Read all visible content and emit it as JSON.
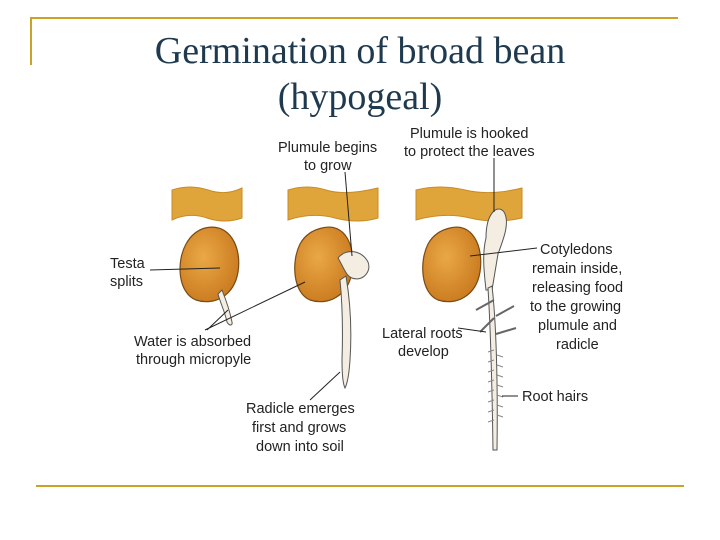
{
  "title": {
    "line1": "Germination of broad bean",
    "line2": "(hypogeal)"
  },
  "labels": {
    "plumule_begins": [
      "Plumule begins",
      "to grow"
    ],
    "plumule_hooked": [
      "Plumule is hooked",
      "to protect the leaves"
    ],
    "testa_splits": [
      "Testa",
      "splits"
    ],
    "water_absorbed": [
      "Water is absorbed",
      "through micropyle"
    ],
    "lateral_roots": [
      "Lateral roots",
      "develop"
    ],
    "cotyledons": [
      "Cotyledons",
      "remain inside,",
      "releasing food",
      "to the growing",
      "plumule and",
      "radicle"
    ],
    "root_hairs": [
      "Root hairs"
    ],
    "radicle_emerges": [
      "Radicle emerges",
      "first and grows",
      "down into soil"
    ]
  },
  "colors": {
    "frame": "#c9a227",
    "title": "#1f3a4f",
    "seed": "#d98f2b",
    "soil": "#e0a53a"
  }
}
